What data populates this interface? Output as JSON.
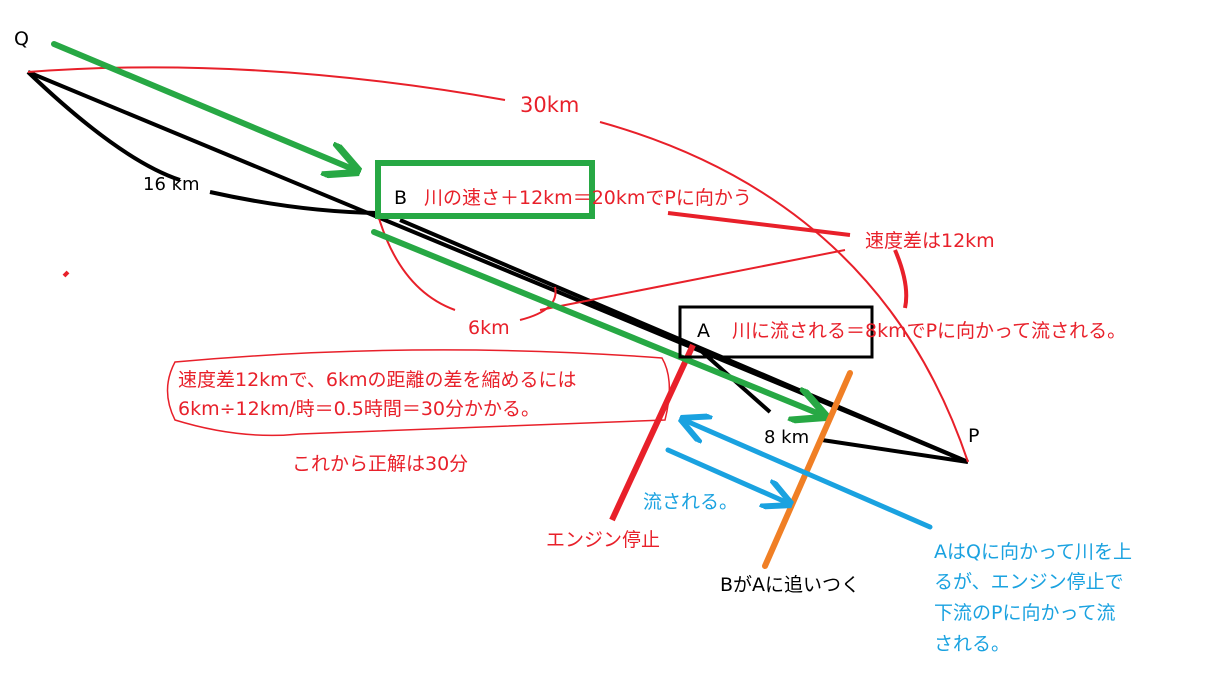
{
  "points": {
    "q": "Q",
    "b": "B",
    "a": "A",
    "p": "P"
  },
  "distances": {
    "total": "30km",
    "q_to_b": "16 km",
    "b_to_a": "6km",
    "a_to_p": "8 km"
  },
  "notes": {
    "b_motion": "川の速さ＋12km＝20kmでPに向かう",
    "a_motion": "川に流される＝8kmでPに向かって流される。",
    "speed_diff": "速度差は12km",
    "calc_line1": "速度差12kmで、6kmの距離の差を縮めるには",
    "calc_line2": "6km÷12km/時＝0.5時間＝30分かかる。",
    "answer": "これから正解は30分",
    "engine_stop": "エンジン停止",
    "catch_up": "BがAに追いつく",
    "drift": "流される。",
    "a_explain_1": "AはQに向かって川を上",
    "a_explain_2": "るが、エンジン停止で",
    "a_explain_3": "下流のPに向かって流",
    "a_explain_4": "される。"
  },
  "colors": {
    "black": "#000000",
    "red": "#e8202a",
    "green": "#27a844",
    "blue": "#1aa2e0",
    "orange": "#f07f25"
  }
}
